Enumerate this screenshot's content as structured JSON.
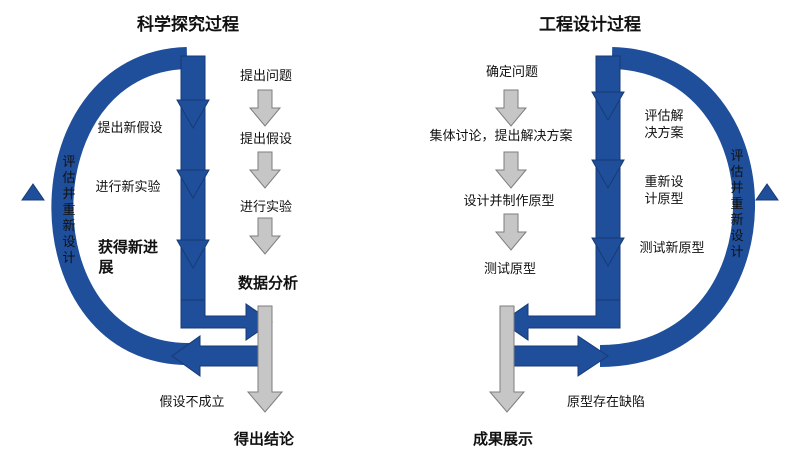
{
  "colors": {
    "blue": "#1f4e9a",
    "blue_edge": "#173b76",
    "gray": "#c6c6c6",
    "gray_edge": "#7d7d7d"
  },
  "science": {
    "title": "科学探究过程",
    "steps": [
      "提出问题",
      "提出假设",
      "进行实验"
    ],
    "analysis": "数据分析",
    "conclusion": "得出结论",
    "loop_steps": [
      "提出新假设",
      "进行新实验"
    ],
    "progress": [
      "获得新进",
      "展"
    ],
    "not_valid": "假设不成立",
    "reevaluate": [
      "评",
      "估",
      "并",
      "重",
      "新",
      "设",
      "计"
    ]
  },
  "engineering": {
    "title": "工程设计过程",
    "steps": [
      "确定问题",
      "集体讨论，提出解决方案",
      "设计并制作原型",
      "测试原型"
    ],
    "result": "成果展示",
    "loop_steps": [
      [
        "评估解",
        "决方案"
      ],
      [
        "重新设",
        "计原型"
      ],
      "测试新原型"
    ],
    "defect": "原型存在缺陷",
    "reevaluate": [
      "评",
      "估",
      "并",
      "重",
      "新",
      "设",
      "计"
    ]
  }
}
